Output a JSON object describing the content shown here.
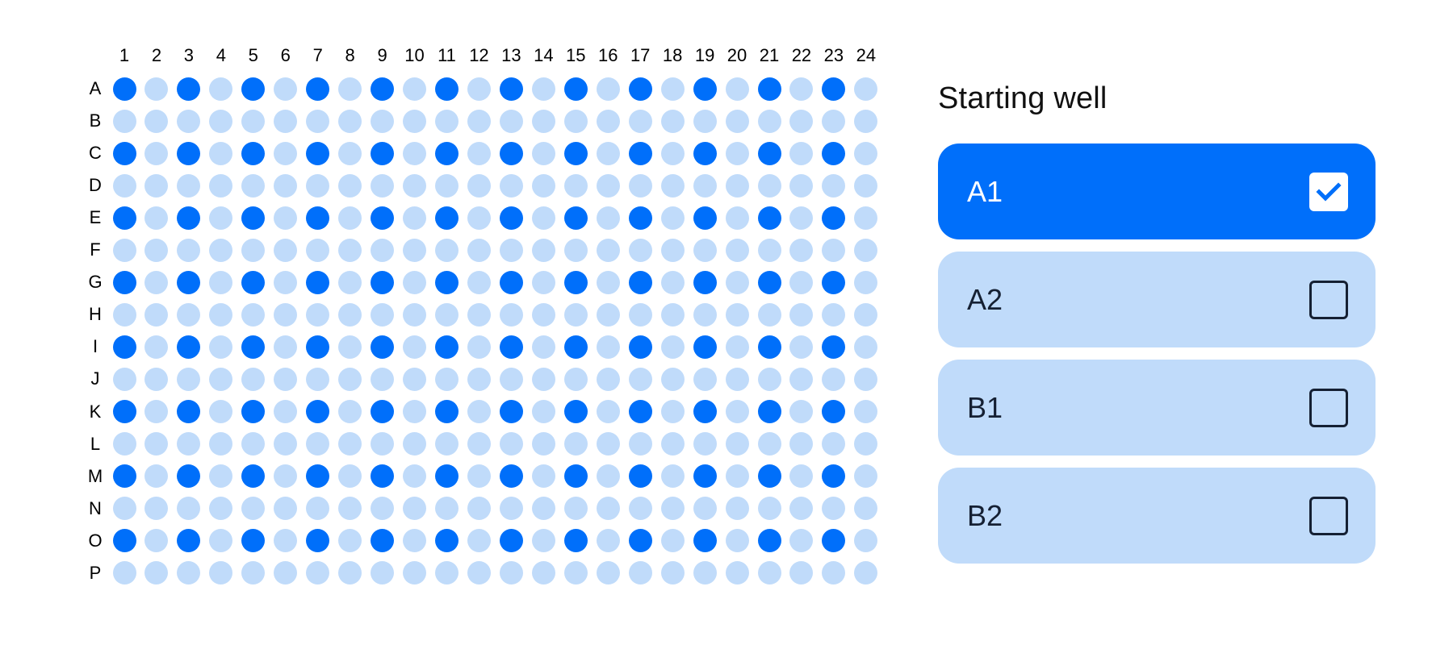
{
  "plate": {
    "columns": [
      "1",
      "2",
      "3",
      "4",
      "5",
      "6",
      "7",
      "8",
      "9",
      "10",
      "11",
      "12",
      "13",
      "14",
      "15",
      "16",
      "17",
      "18",
      "19",
      "20",
      "21",
      "22",
      "23",
      "24"
    ],
    "rows": [
      "A",
      "B",
      "C",
      "D",
      "E",
      "F",
      "G",
      "H",
      "I",
      "J",
      "K",
      "L",
      "M",
      "N",
      "O",
      "P"
    ],
    "pattern": "dark wells at rows A,C,E,G,I,K,M,O in columns 1,3,5,...,23; all other wells light",
    "colors": {
      "dark_well": "#006ffa",
      "light_well": "#c0dbfa"
    }
  },
  "panel": {
    "title": "Starting well",
    "options": [
      {
        "label": "A1",
        "selected": true
      },
      {
        "label": "A2",
        "selected": false
      },
      {
        "label": "B1",
        "selected": false
      },
      {
        "label": "B2",
        "selected": false
      }
    ],
    "colors": {
      "selected_bg": "#006ffa",
      "unselected_bg": "#c0dbfa",
      "text_dark": "#152033"
    }
  }
}
